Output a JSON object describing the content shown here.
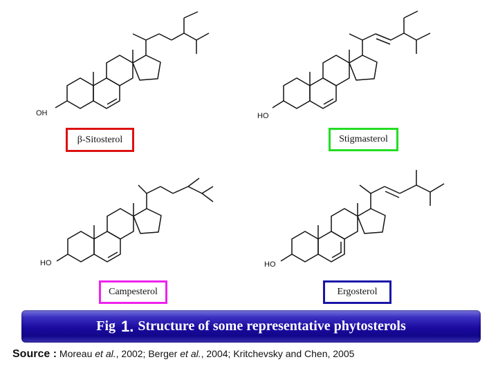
{
  "molecules": [
    {
      "name": "β-Sitosterol",
      "hydroxyl": "OH",
      "border_color": "#dd1111"
    },
    {
      "name": "Stigmasterol",
      "hydroxyl": "HO",
      "border_color": "#22dd22"
    },
    {
      "name": "Campesterol",
      "hydroxyl": "HO",
      "border_color": "#ee22ee"
    },
    {
      "name": "Ergosterol",
      "hydroxyl": "HO",
      "border_color": "#1a14a8"
    }
  ],
  "caption": {
    "prefix": "Fig",
    "number": "1.",
    "text": "Structure of some representative phytosterols"
  },
  "source": {
    "lead": "Source :",
    "parts": [
      "Moreau ",
      "et al.",
      ", 2002; Berger ",
      "et al.",
      ", 2004; Kritchevsky and Chen, 2005"
    ]
  }
}
